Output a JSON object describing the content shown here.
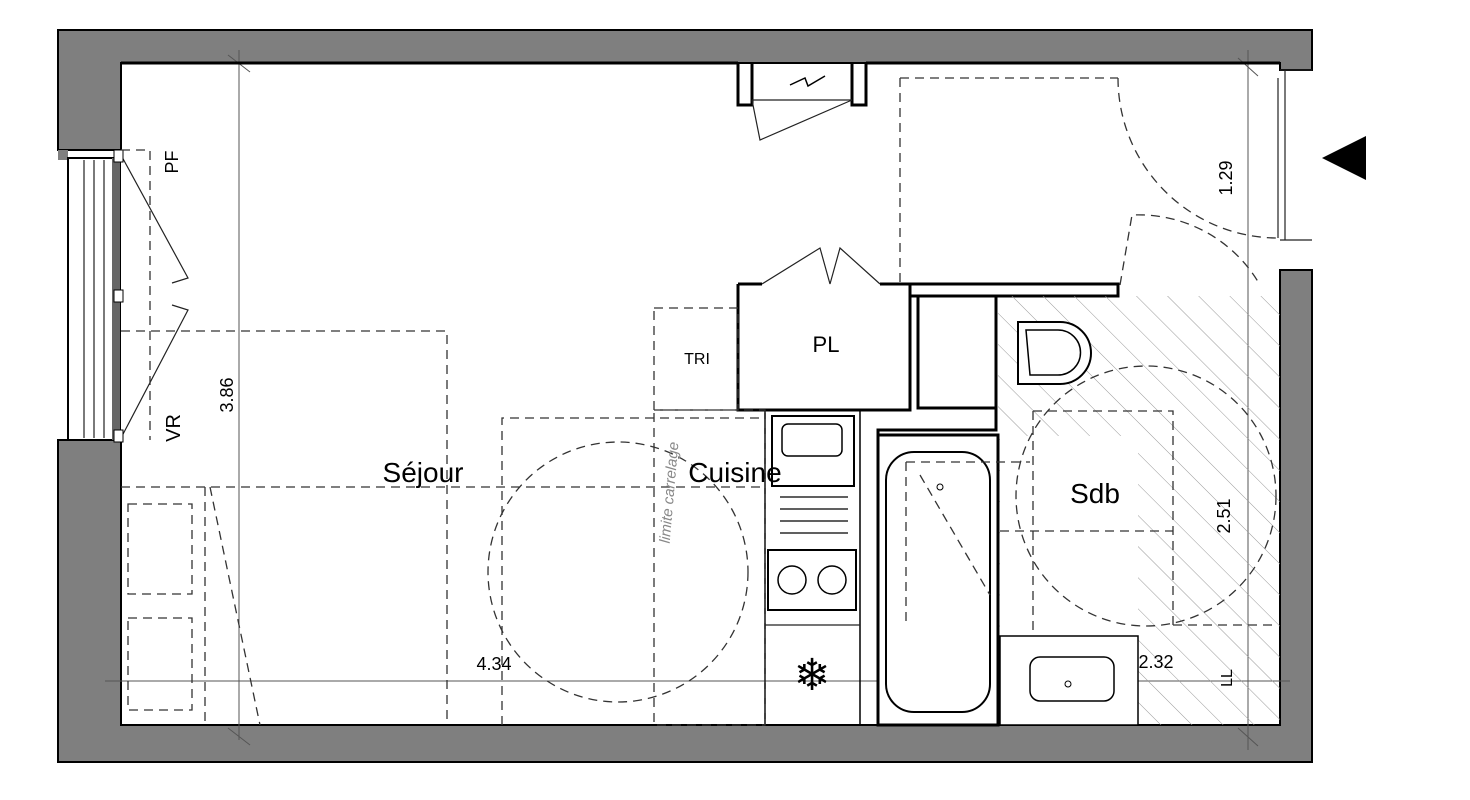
{
  "plan": {
    "rooms": {
      "sejour": "Séjour",
      "cuisine": "Cuisine",
      "placard": "PL",
      "tri": "TRI",
      "sdb": "Sdb"
    },
    "annotations": {
      "window_pf": "PF",
      "window_vr": "VR",
      "laundry": "LL",
      "tile_limit": "limite carrelage"
    },
    "dimensions": {
      "sejour_height": "3.86",
      "sejour_width": "4.34",
      "entry": "1.29",
      "sdb_height": "2.51",
      "sdb_width": "2.32"
    },
    "colors": {
      "wall": "#7f7f7f",
      "line": "#000000"
    }
  }
}
